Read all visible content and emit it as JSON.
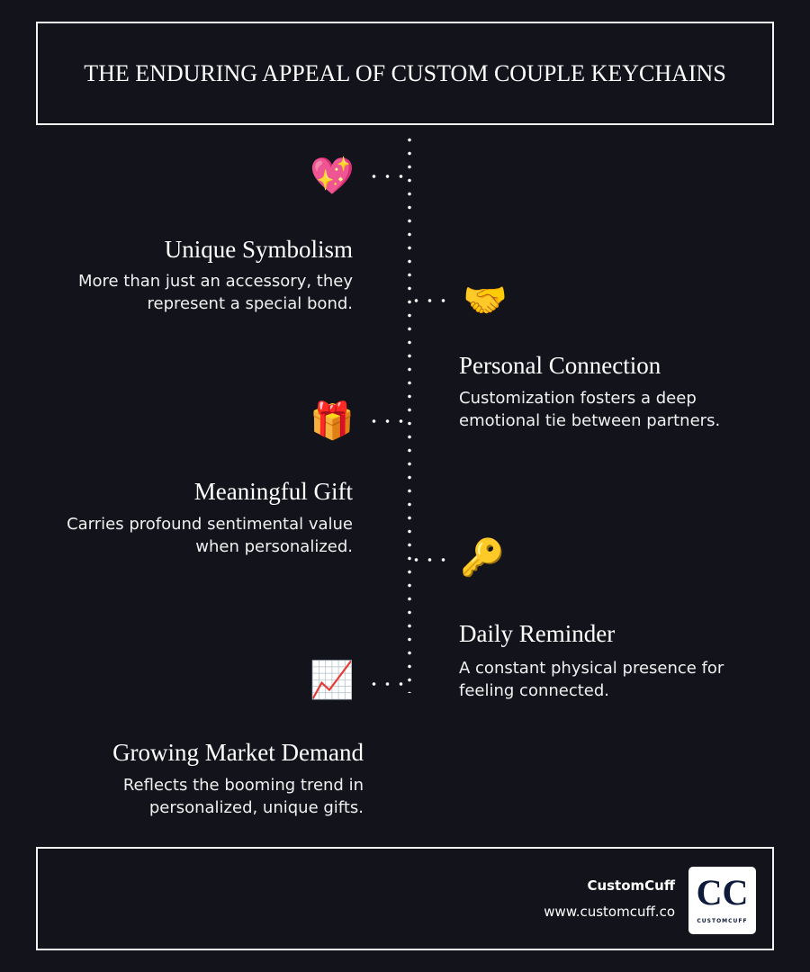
{
  "title": "THE ENDURING APPEAL OF CUSTOM COUPLE KEYCHAINS",
  "items": [
    {
      "icon": "sparkling-heart-icon",
      "emoji": "💖",
      "title": "Unique Symbolism",
      "desc1": "More than just an accessory, they",
      "desc2": "represent a special bond."
    },
    {
      "icon": "handshake-icon",
      "emoji": "🤝",
      "title": "Personal Connection",
      "desc1": "Customization fosters a deep",
      "desc2": "emotional tie between partners."
    },
    {
      "icon": "gift-icon",
      "emoji": "🎁",
      "title": "Meaningful Gift",
      "desc1": "Carries profound sentimental value",
      "desc2": "when personalized."
    },
    {
      "icon": "key-icon",
      "emoji": "🔑",
      "title": "Daily Reminder",
      "desc1": "A constant physical presence for",
      "desc2": "feeling connected."
    },
    {
      "icon": "chart-increasing-icon",
      "emoji": "📈",
      "title": "Growing Market Demand",
      "desc1": "Reflects the booming trend in",
      "desc2": "personalized, unique gifts."
    }
  ],
  "footer": {
    "brand": "CustomCuff",
    "url": "www.customcuff.co",
    "logo_text": "CC",
    "logo_subtext": "CUSTOMCUFF"
  }
}
